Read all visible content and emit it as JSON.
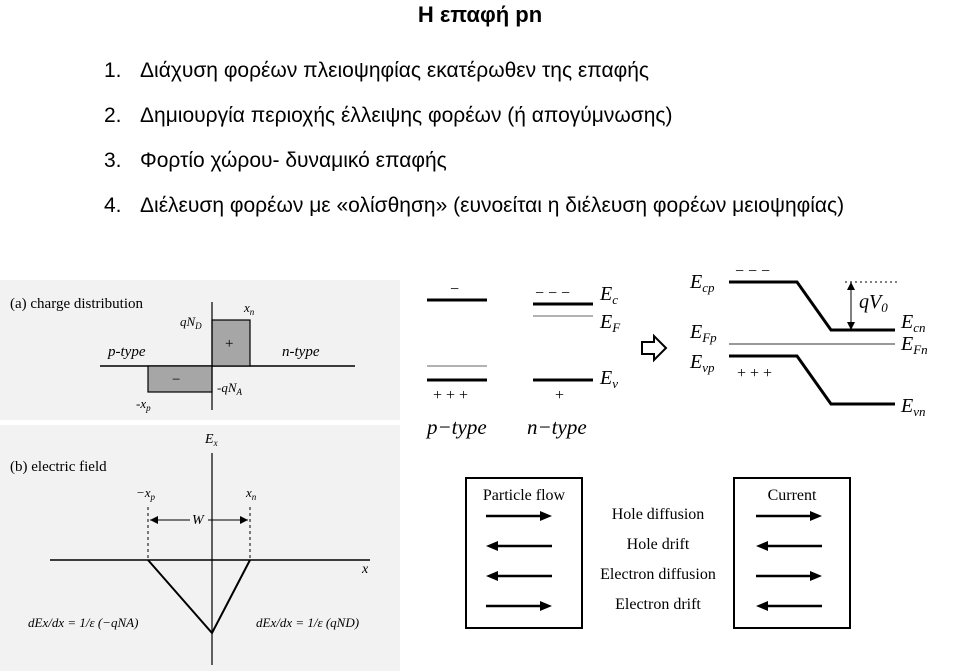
{
  "title": "Η επαφή pn",
  "items": [
    {
      "num": "1.",
      "text": "Διάχυση φορέων πλειοψηφίας εκατέρωθεν της επαφής"
    },
    {
      "num": "2.",
      "text": "Δημιουργία περιοχής έλλειψης φορέων (ή απογύμνωσης)"
    },
    {
      "num": "3.",
      "text": "Φορτίο χώρου- δυναμικό επαφής"
    },
    {
      "num": "4.",
      "text": "Διέλευση φορέων  με «ολίσθηση» (ευνοείται η διέλευση φορέων μειοψηφίας)"
    }
  ],
  "charge": {
    "label": "(a) charge distribution",
    "qnd": "qN",
    "qnd_sub": "D",
    "xn": "x",
    "xn_sub": "n",
    "plus": "+",
    "minus": "−",
    "ptype": "p-type",
    "ntype": "n-type",
    "xp": "-x",
    "xp_sub": "p",
    "qna": "-qN",
    "qna_sub": "A"
  },
  "field": {
    "label": "(b) electric field",
    "ex": "E",
    "ex_sub": "x",
    "xp": "−x",
    "xp_sub": "p",
    "xn": "x",
    "xn_sub": "n",
    "w": "W",
    "xaxis": "x",
    "left_eq": "dEx/dx = 1/ε (−qNA)",
    "right_eq": "dEx/dx = 1/ε (qND)"
  },
  "bands_sep": {
    "minus": "−",
    "ptype_plus": "+ + +",
    "ntype_minus": "− − −",
    "ntype_plus": "+",
    "ec": "E",
    "ec_sub": "c",
    "ef": "E",
    "ef_sub": "F",
    "ev": "E",
    "ev_sub": "v",
    "ptype": "p−type",
    "ntype": "n−type"
  },
  "bands_junction": {
    "ecp": "E",
    "ecp_sub": "cp",
    "efp": "E",
    "efp_sub": "Fp",
    "evp": "E",
    "evp_sub": "vp",
    "qv0": "qV",
    "qv0_sub": "0",
    "ecn": "E",
    "ecn_sub": "cn",
    "efn": "E",
    "efn_sub": "Fn",
    "evn": "E",
    "evn_sub": "vn",
    "minus_marks": "− − −",
    "plus_marks": "+ + +"
  },
  "flow": {
    "particle": "Particle flow",
    "current": "Current",
    "rows": [
      "Hole diffusion",
      "Hole drift",
      "Electron diffusion",
      "Electron drift"
    ]
  }
}
